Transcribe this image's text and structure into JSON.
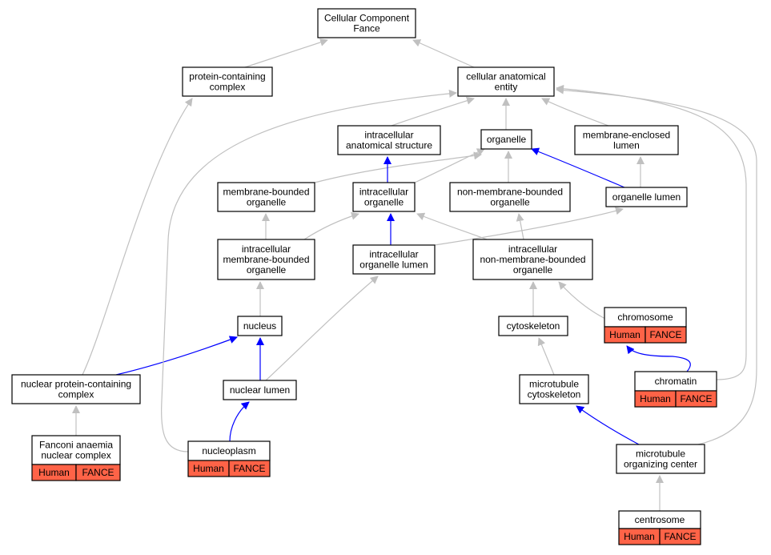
{
  "colors": {
    "gray_edge": "#c0c0c0",
    "blue_edge": "#0000ff",
    "annot_fill": "#ff6347",
    "node_fill": "#ffffff",
    "node_stroke": "#000000"
  },
  "nodes": {
    "root": {
      "lines": [
        "Cellular Component",
        "Fance"
      ]
    },
    "protein_complex": {
      "lines": [
        "protein-containing",
        "complex"
      ]
    },
    "cell_anat": {
      "lines": [
        "cellular anatomical",
        "entity"
      ]
    },
    "ic_anat": {
      "lines": [
        "intracellular",
        "anatomical structure"
      ]
    },
    "organelle": {
      "lines": [
        "organelle"
      ]
    },
    "mem_lumen": {
      "lines": [
        "membrane-enclosed",
        "lumen"
      ]
    },
    "mb_organelle": {
      "lines": [
        "membrane-bounded",
        "organelle"
      ]
    },
    "ic_organelle": {
      "lines": [
        "intracellular",
        "organelle"
      ]
    },
    "nmb_organelle": {
      "lines": [
        "non-membrane-bounded",
        "organelle"
      ]
    },
    "org_lumen": {
      "lines": [
        "organelle lumen"
      ]
    },
    "ic_mb_org": {
      "lines": [
        "intracellular",
        "membrane-bounded",
        "organelle"
      ]
    },
    "ic_org_lumen": {
      "lines": [
        "intracellular",
        "organelle lumen"
      ]
    },
    "ic_nmb_org": {
      "lines": [
        "intracellular",
        "non-membrane-bounded",
        "organelle"
      ]
    },
    "nucleus": {
      "lines": [
        "nucleus"
      ]
    },
    "cytoskeleton": {
      "lines": [
        "cytoskeleton"
      ]
    },
    "chromosome": {
      "lines": [
        "chromosome"
      ],
      "annot": [
        "Human",
        "FANCE"
      ]
    },
    "npc": {
      "lines": [
        "nuclear protein-containing",
        "complex"
      ]
    },
    "nuc_lumen": {
      "lines": [
        "nuclear lumen"
      ]
    },
    "mt_cyto": {
      "lines": [
        "microtubule",
        "cytoskeleton"
      ]
    },
    "chromatin": {
      "lines": [
        "chromatin"
      ],
      "annot": [
        "Human",
        "FANCE"
      ]
    },
    "fa_complex": {
      "lines": [
        "Fanconi anaemia",
        "nuclear complex"
      ],
      "annot": [
        "Human",
        "FANCE"
      ]
    },
    "nucleoplasm": {
      "lines": [
        "nucleoplasm"
      ],
      "annot": [
        "Human",
        "FANCE"
      ]
    },
    "mtoc": {
      "lines": [
        "microtubule",
        "organizing center"
      ]
    },
    "centrosome": {
      "lines": [
        "centrosome"
      ],
      "annot": [
        "Human",
        "FANCE"
      ]
    }
  },
  "edges": [
    {
      "from": "protein_complex",
      "to": "root",
      "kind": "is_a"
    },
    {
      "from": "cell_anat",
      "to": "root",
      "kind": "is_a"
    },
    {
      "from": "ic_anat",
      "to": "cell_anat",
      "kind": "is_a"
    },
    {
      "from": "organelle",
      "to": "cell_anat",
      "kind": "is_a"
    },
    {
      "from": "mem_lumen",
      "to": "cell_anat",
      "kind": "is_a"
    },
    {
      "from": "mb_organelle",
      "to": "organelle",
      "kind": "is_a"
    },
    {
      "from": "ic_organelle",
      "to": "organelle",
      "kind": "is_a"
    },
    {
      "from": "ic_organelle",
      "to": "ic_anat",
      "kind": "part_of"
    },
    {
      "from": "nmb_organelle",
      "to": "organelle",
      "kind": "is_a"
    },
    {
      "from": "org_lumen",
      "to": "organelle",
      "kind": "part_of"
    },
    {
      "from": "org_lumen",
      "to": "mem_lumen",
      "kind": "is_a"
    },
    {
      "from": "ic_mb_org",
      "to": "mb_organelle",
      "kind": "is_a"
    },
    {
      "from": "ic_mb_org",
      "to": "ic_organelle",
      "kind": "is_a"
    },
    {
      "from": "ic_org_lumen",
      "to": "ic_organelle",
      "kind": "part_of"
    },
    {
      "from": "ic_org_lumen",
      "to": "org_lumen",
      "kind": "is_a"
    },
    {
      "from": "ic_nmb_org",
      "to": "nmb_organelle",
      "kind": "is_a"
    },
    {
      "from": "ic_nmb_org",
      "to": "ic_organelle",
      "kind": "is_a"
    },
    {
      "from": "nucleus",
      "to": "ic_mb_org",
      "kind": "is_a"
    },
    {
      "from": "cytoskeleton",
      "to": "ic_nmb_org",
      "kind": "is_a"
    },
    {
      "from": "chromosome",
      "to": "ic_nmb_org",
      "kind": "is_a"
    },
    {
      "from": "npc",
      "to": "protein_complex",
      "kind": "is_a"
    },
    {
      "from": "npc",
      "to": "nucleus",
      "kind": "part_of"
    },
    {
      "from": "nuc_lumen",
      "to": "nucleus",
      "kind": "part_of"
    },
    {
      "from": "nuc_lumen",
      "to": "ic_org_lumen",
      "kind": "is_a"
    },
    {
      "from": "mt_cyto",
      "to": "cytoskeleton",
      "kind": "is_a"
    },
    {
      "from": "chromatin",
      "to": "chromosome",
      "kind": "part_of"
    },
    {
      "from": "chromatin",
      "to": "cell_anat",
      "kind": "is_a"
    },
    {
      "from": "fa_complex",
      "to": "npc",
      "kind": "is_a"
    },
    {
      "from": "nucleoplasm",
      "to": "nuc_lumen",
      "kind": "part_of"
    },
    {
      "from": "nucleoplasm",
      "to": "cell_anat",
      "kind": "is_a"
    },
    {
      "from": "mtoc",
      "to": "mt_cyto",
      "kind": "part_of"
    },
    {
      "from": "mtoc",
      "to": "cell_anat",
      "kind": "is_a"
    },
    {
      "from": "centrosome",
      "to": "mtoc",
      "kind": "is_a"
    }
  ]
}
